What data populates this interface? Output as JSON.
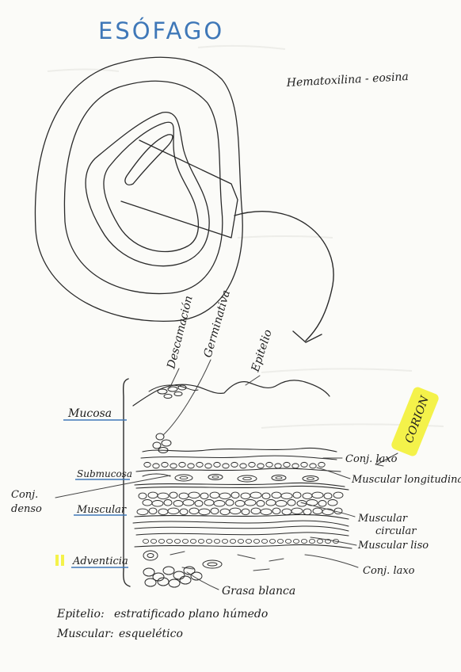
{
  "title": "ESÓFAGO",
  "stain": "Hematoxilina - eosina",
  "top_labels": {
    "descamacion": "Descamación",
    "germinativa": "Germinativa",
    "epitelio": "Epitelio"
  },
  "left_labels": {
    "mucosa": "Mucosa",
    "submucosa": "Submucosa",
    "muscular": "Muscular",
    "adventicia": "Adventicia"
  },
  "conj_denso": {
    "line1": "Conj.",
    "line2": "denso"
  },
  "right_labels": {
    "corion": "CORION",
    "conj_laxo_1": "Conj. laxo",
    "muscular_longitudinal": "Muscular longitudinal",
    "muscular_circular_1": "Muscular",
    "muscular_circular_2": "circular",
    "muscular_liso": "Muscular liso",
    "conj_laxo_2": "Conj. laxo",
    "grasa_blanca": "Grasa blanca"
  },
  "notes": {
    "epitelio_label": "Epitelio:",
    "epitelio_value": "estratificado plano húmedo",
    "muscular_label": "Muscular:",
    "muscular_value": "esquelético"
  },
  "colors": {
    "ink": "#2a2a2a",
    "title_blue": "#3f78b8",
    "highlight_yellow": "#f4f24a",
    "paper": "#fbfbf8"
  }
}
